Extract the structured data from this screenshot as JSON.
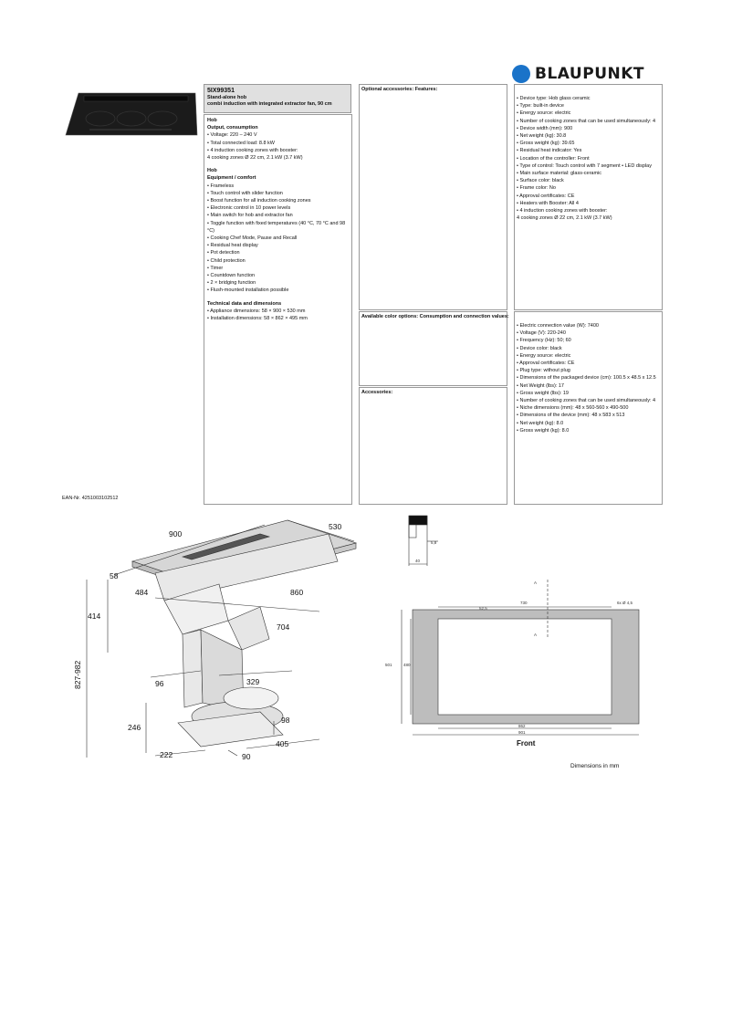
{
  "brand": {
    "name": "BLAUPUNKT",
    "color": "#1a73c9"
  },
  "product": {
    "model": "5IX99351",
    "line1": "Stand-alone hob",
    "line2": "combi induction with integrated extractor fan, 90 cm"
  },
  "left": {
    "s1_title1": "Hob",
    "s1_title2": "Output, consumption",
    "s1_items": [
      "Voltage: 220 – 240 V",
      "Total connected load: 8.8 kW",
      "4 induction cooking zones with booster:"
    ],
    "s1_tail": "4 cooking zones Ø 22 cm, 2.1 kW (3.7 kW)",
    "s2_title1": "Hob",
    "s2_title2": "Equipment / comfort",
    "s2_items": [
      "Frameless",
      "Touch control with slider function",
      "Boost function for all induction cooking zones",
      "Electronic control in 10 power levels",
      "Main switch for hob and extractor fan",
      "Toggle function with fixed temperatures (40 °C, 70 °C and 98 °C)",
      "Cooking Chef Mode, Pause and Recall",
      "Residual heat display",
      "Pot detection",
      "Child protection",
      "Timer",
      "Countdown function",
      "2 × bridging function",
      "Flush-mounted installation possible"
    ],
    "s3_title": "Technical data and dimensions",
    "s3_items": [
      "Appliance dimensions: 58 × 900 × 530 mm",
      "Installation dimensions: 58 × 862 × 495 mm"
    ]
  },
  "middle": {
    "top_label": "Optional accessories: Features:",
    "mid_label": "Available color options: Consumption and connection values:",
    "bot_label": "Accessories:"
  },
  "features": [
    "Device type: Hob glass ceramic",
    "Type: built-in device",
    "Energy source: electric",
    "Number of cooking zones that can be used simultaneously: 4",
    "Device width (mm): 900",
    "Net weight (kg): 30.8",
    "Gross weight (kg): 39.65",
    "Residual heat indicator: Yes",
    "Location of the controller: Front",
    "Type of control: Touch control with 7 segment • LED display",
    "Main surface material: glass-ceramic",
    "Surface color: black",
    "Frame color: No",
    "Approval certificates: CE",
    "Heaters with Booster: All 4",
    "4 induction cooking zones with booster:"
  ],
  "features_tail": "4 cooking zones Ø 22 cm, 2.1 kW (3.7 kW)",
  "connection": [
    "Electric connection value (W): 7400",
    "Voltage (V): 220-240",
    "Frequency (Hz): 50; 60",
    "Device color: black",
    "Energy source: electric",
    "Approval certificates: CE",
    "Plug type: without plug",
    "Dimensions of the packaged device (cm): 100.5 x 48.5 x 12.5",
    "Net Weight (lbs): 17",
    "Gross weight (lbs): 19",
    "Number of cooking zones that can be used simultaneously: 4",
    "Niche dimensions (mm): 48 x 560-560 x 490-500",
    "Dimensions of the device (mm): 48 x 583 x 513",
    "Net weight (kg): 8.0",
    "Gross weight (kg): 8.0"
  ],
  "ean": "EAN-Nr. 4251003102512",
  "drawing": {
    "d900": "900",
    "d530": "530",
    "d58": "58",
    "d484": "484",
    "d860": "860",
    "d414": "414",
    "d704": "704",
    "d827": "827-982",
    "d96": "96",
    "d329": "329",
    "d246": "246",
    "d98": "98",
    "d222": "222",
    "d405": "405",
    "d90": "90",
    "p58": "5,8",
    "p40": "40",
    "c730": "730",
    "c52": "52,5",
    "c6": "6x Ø 4,5",
    "cA1": "A",
    "cA2": "A",
    "c501": "501",
    "c480": "480",
    "c862": "862",
    "c901": "901",
    "front": "Front"
  },
  "dims_unit": "Dimensions in mm"
}
